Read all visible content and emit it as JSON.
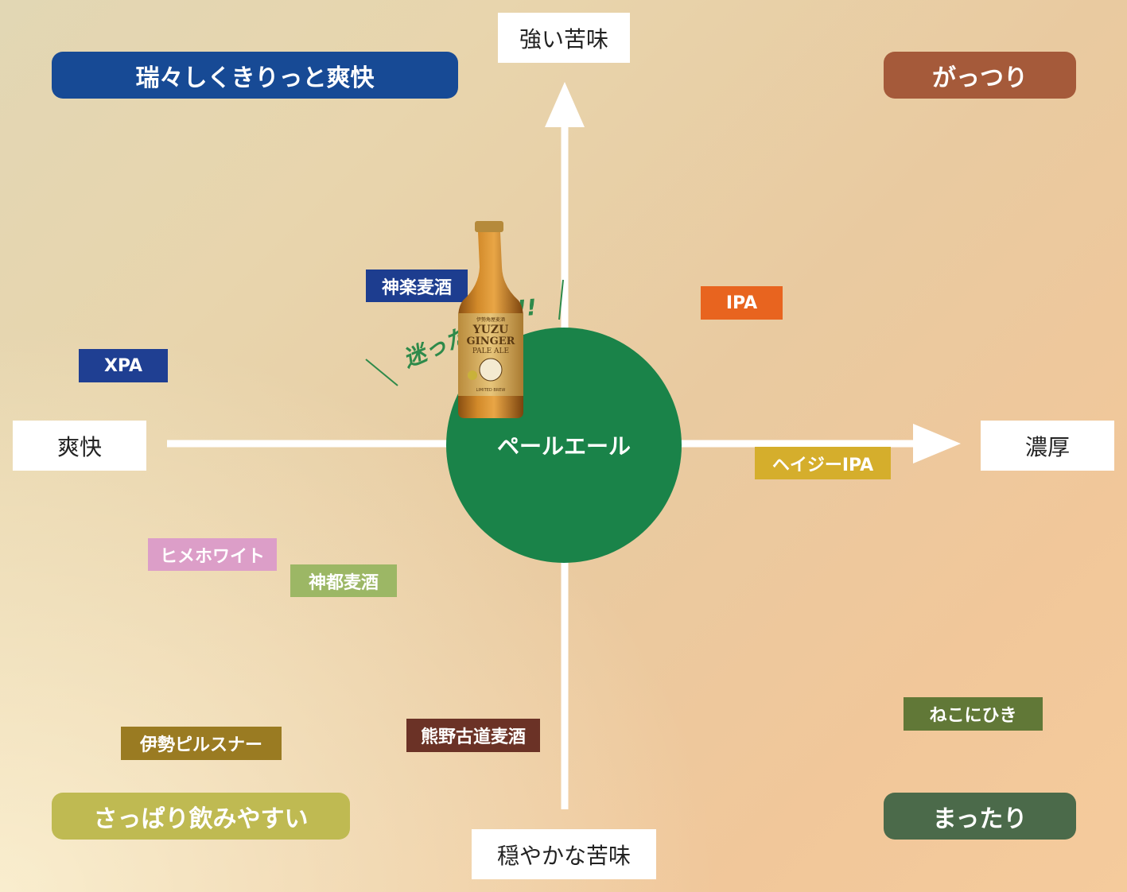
{
  "axes": {
    "top": "強い苦味",
    "bottom": "穏やかな苦味",
    "left": "爽快",
    "right": "濃厚"
  },
  "quadrants": {
    "top_left": "瑞々しくきりっと爽快",
    "top_right": "がっつり",
    "bottom_left": "さっぱり飲みやすい",
    "bottom_right": "まったり"
  },
  "center": {
    "label": "ペールエール",
    "annotation": "迷った",
    "annotation_suffix": "!!"
  },
  "product": {
    "brand_small": "伊勢角屋麦酒",
    "line1": "YUZU",
    "line2": "GINGER",
    "line3": "PALE ALE",
    "footer": "LIMITED BREW"
  },
  "tags": {
    "kagura": "神楽麦酒",
    "ipa": "IPA",
    "xpa": "XPA",
    "hazy": "ヘイジーIPA",
    "hime": "ヒメホワイト",
    "shinto": "神都麦酒",
    "ise": "伊勢ピルスナー",
    "kumano": "熊野古道麦酒",
    "neko": "ねこにひき"
  },
  "colors": {
    "center": "#1a8349",
    "quad_top_left": "#174a95",
    "quad_top_right": "#a55a3a",
    "quad_bottom_left": "#bfba52",
    "quad_bottom_right": "#4b6a4a",
    "kagura": "#1d3d8f",
    "ipa": "#e8641f",
    "xpa": "#1f3f92",
    "hazy": "#d5ae2c",
    "hime": "#dc9ec8",
    "shinto": "#9cb765",
    "ise": "#9a7b22",
    "kumano": "#6b3226",
    "neko": "#617837"
  }
}
